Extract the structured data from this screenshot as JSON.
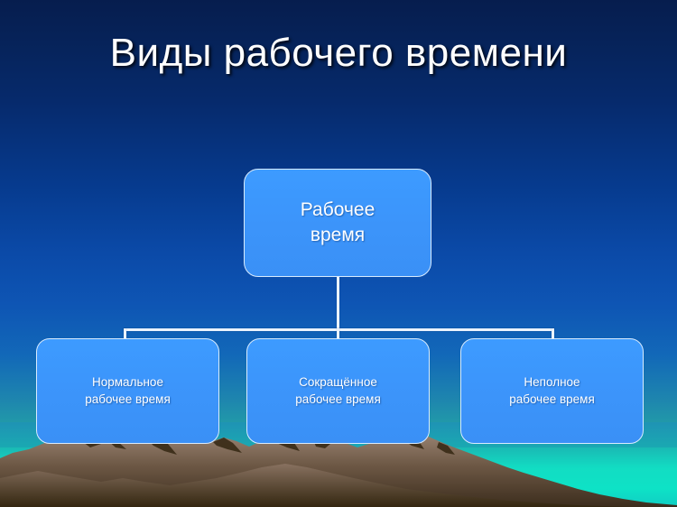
{
  "slide": {
    "title": "Виды рабочего времени",
    "background": {
      "sky_top_color": "#061d4e",
      "sky_mid_color": "#0e55b4",
      "sky_bottom_color": "#12e0c6",
      "mountain_color": "#7a6553",
      "mountain_shadow_color": "#3d2f20"
    },
    "diagram": {
      "type": "org-chart",
      "box_fill_color": "#3d9bff",
      "box_border_color": "#d9ecff",
      "connector_color": "#eaf3ff",
      "text_color": "#ffffff",
      "root": {
        "label": "Рабочее время",
        "line_1": "Рабочее",
        "line_2": "время"
      },
      "children": [
        {
          "label": "Нормальное рабочее время",
          "line_1": "Нормальное",
          "line_2": "рабочее время"
        },
        {
          "label": "Сокращённое рабочее время",
          "line_1": "Сокращённое",
          "line_2": "рабочее время"
        },
        {
          "label": "Неполное рабочее время",
          "line_1": "Неполное",
          "line_2": "рабочее время"
        }
      ]
    }
  }
}
